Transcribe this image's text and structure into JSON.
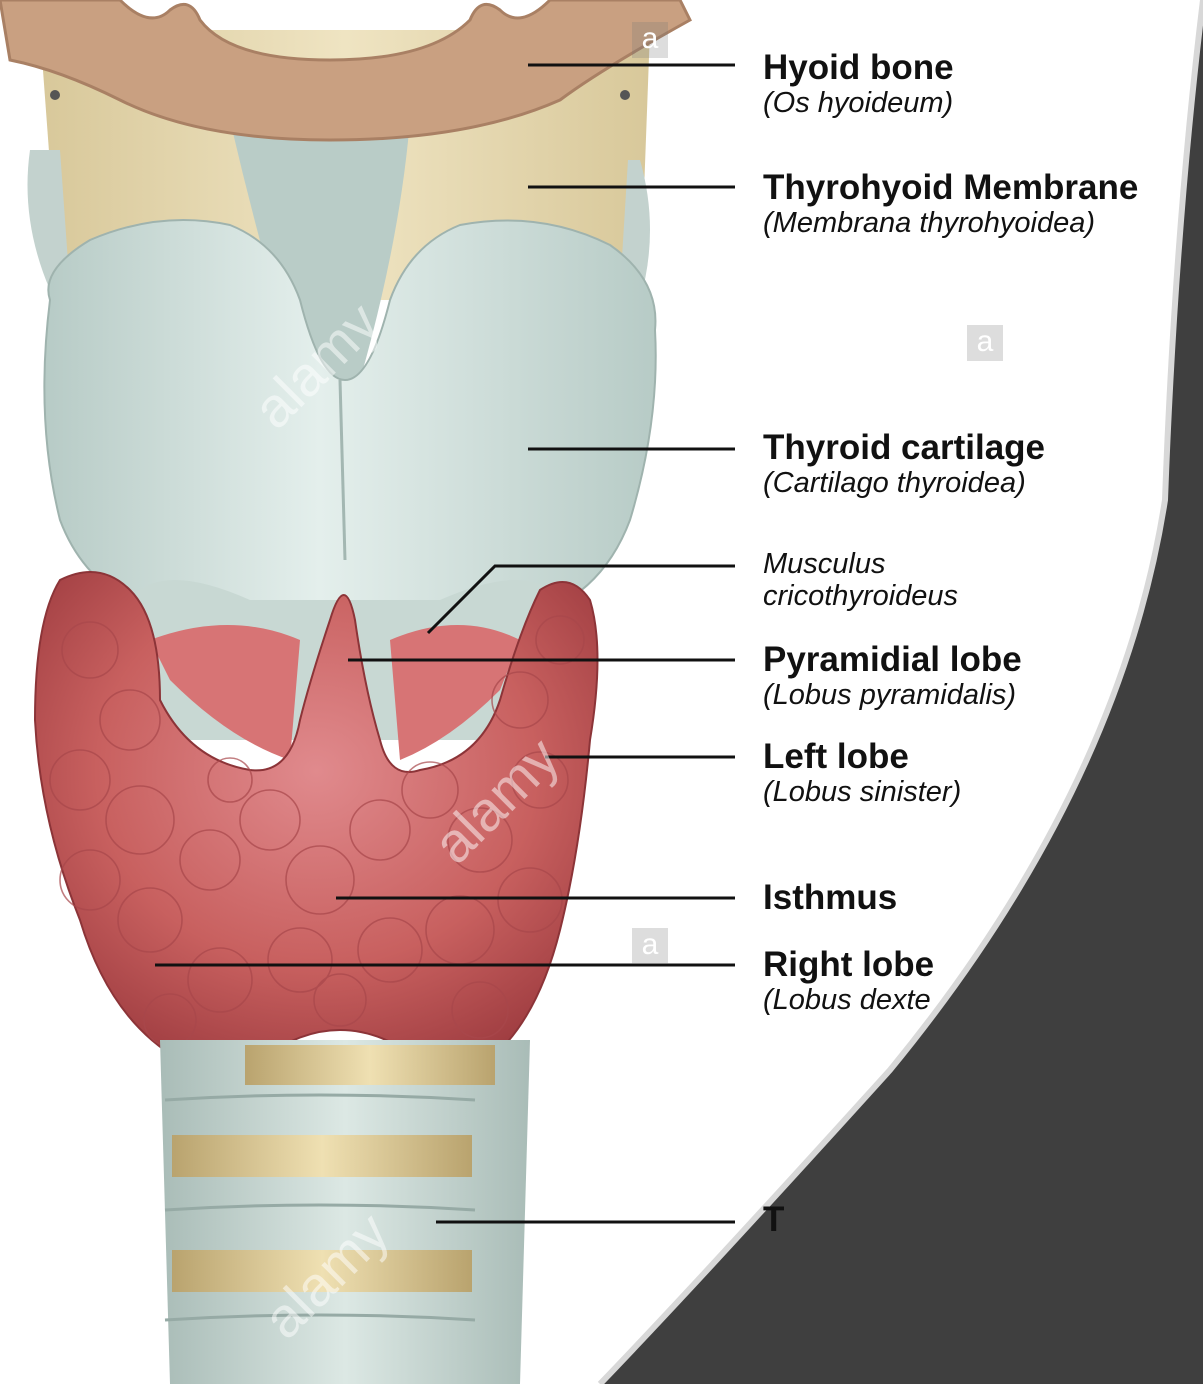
{
  "labels": [
    {
      "id": "hyoid",
      "main": "Hyoid bone",
      "sub": "(Os hyoideum)"
    },
    {
      "id": "thyrohyoid",
      "main": "Thyrohyoid Membrane",
      "sub": "(Membrana thyrohyoidea)"
    },
    {
      "id": "thyroid-cartilage",
      "main": "Thyroid cartilage",
      "sub": "(Cartilago thyroidea)"
    },
    {
      "id": "cricothyroid",
      "line1": "Musculus",
      "line2": "cricothyroideus"
    },
    {
      "id": "pyramidal",
      "main": "Pyramidial lobe",
      "sub": "(Lobus pyramidalis)"
    },
    {
      "id": "left-lobe",
      "main": "Left lobe",
      "sub": "(Lobus sinister)"
    },
    {
      "id": "isthmus",
      "main": "Isthmus"
    },
    {
      "id": "right-lobe",
      "main": "Right lobe",
      "sub": "(Lobus dexte"
    },
    {
      "id": "trachea",
      "main": "T"
    }
  ],
  "watermarks": {
    "letter": "a",
    "word": "alamy"
  },
  "colors": {
    "bone": "#c9a081",
    "membrane": "#e6d8b0",
    "cartilage": "#c7d8d3",
    "thyroid": "#c65a5f",
    "thyroid_light": "#e28a8c",
    "overlay": "#3f3f3f"
  }
}
